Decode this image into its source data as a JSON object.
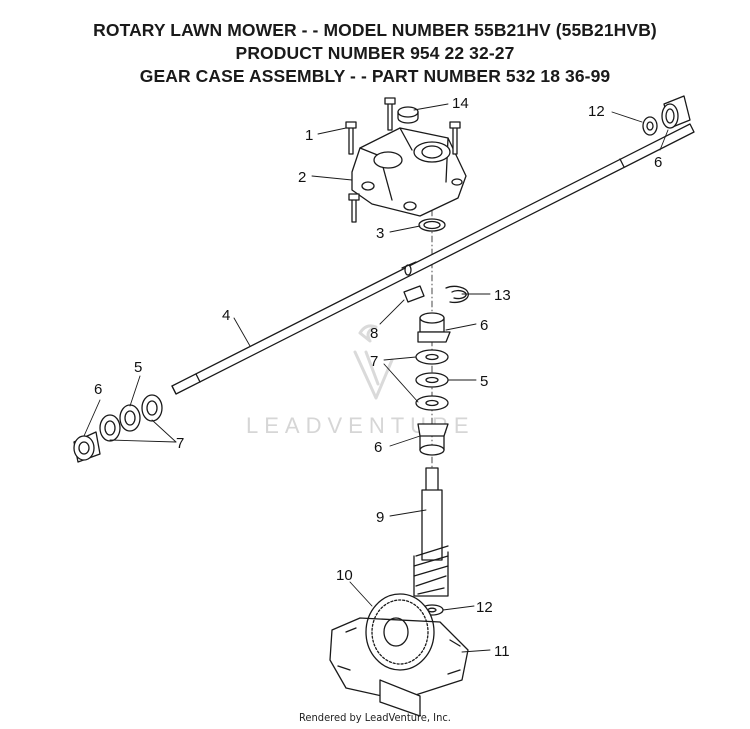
{
  "header": {
    "line1": "ROTARY LAWN MOWER - - MODEL NUMBER 55B21HV (55B21HVB)",
    "line2": "PRODUCT NUMBER 954 22 32-27",
    "line3": "GEAR CASE ASSEMBLY - - PART NUMBER 532 18 36-99"
  },
  "watermark": "LEADVENTURE",
  "callouts": {
    "c1": "1",
    "c2": "2",
    "c3": "3",
    "c4": "4",
    "c5a": "5",
    "c5b": "5",
    "c6a": "6",
    "c6b": "6",
    "c6c": "6",
    "c6d": "6",
    "c7a": "7",
    "c7b": "7",
    "c8": "8",
    "c9": "9",
    "c10": "10",
    "c11": "11",
    "c12a": "12",
    "c12b": "12",
    "c13": "13",
    "c14": "14"
  },
  "footer": "Rendered by LeadVenture, Inc."
}
